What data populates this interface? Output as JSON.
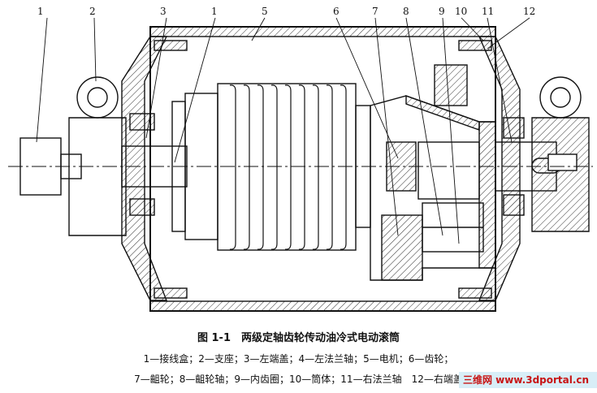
{
  "part_numbers": [
    "1",
    "2",
    "3",
    "1",
    "5",
    "6",
    "7",
    "8",
    "9",
    "10",
    "11",
    "12"
  ],
  "caption": "图 1-1　两级定轴齿轮传动油冷式电动滚筒",
  "legend_line1": "1—接线盒；2—支座；3—左端盖；4—左法兰轴；5—电机；6—齿轮；",
  "legend_line2": "7—齟轮；8—齟轮轴；9—内齿圈；10—筒体；11—右法兰轴",
  "legend_line2_tail": "12—右端盖",
  "watermark": "三维网 www.3dportal.cn",
  "colors": {
    "line": "#111111",
    "hatch": "#333333",
    "watermark": "#c81414",
    "watermark_bg": "#d8eef7"
  }
}
